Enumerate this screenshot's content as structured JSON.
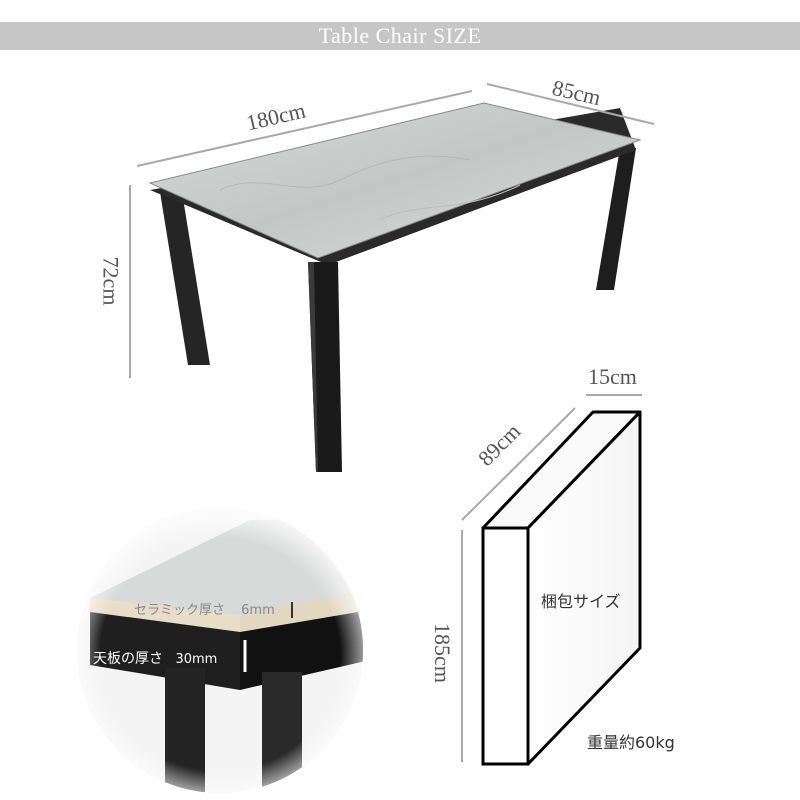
{
  "header": {
    "title": "Table Chair  SIZE"
  },
  "table_dimensions": {
    "width": "180cm",
    "depth": "85cm",
    "height": "72cm"
  },
  "package": {
    "depth": "89cm",
    "width": "15cm",
    "height": "185cm",
    "label": "梱包サイズ",
    "weight": "重量約60kg"
  },
  "detail": {
    "ceramic_label": "セラミック厚さ",
    "ceramic_value": "6mm",
    "top_label": "天板の厚さ",
    "top_value": "30mm"
  },
  "colors": {
    "banner": "#c6c6c6",
    "marble": "#cdcfcf",
    "frame": "#222222"
  }
}
